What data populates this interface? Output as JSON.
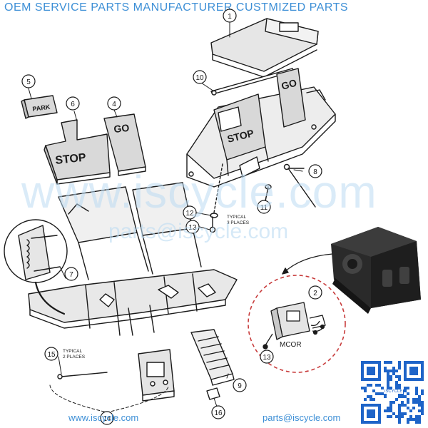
{
  "banner": {
    "text": "OEM SERVICE  PARTS MANUFACTURER  CUSTMIZED PARTS",
    "color": "#3d8fd6"
  },
  "watermark": {
    "big": "www.iscycle.com",
    "mid": "parts@iscycle.com"
  },
  "footer": {
    "left": "www.iscycle.com",
    "right": "parts@iscycle.com"
  },
  "qr": {
    "label": "iSCYCLE"
  },
  "labels": {
    "stop_pad": "STOP",
    "go_pad": "GO",
    "park_pad": "PARK",
    "stop_assembly": "STOP",
    "go_assembly": "GO",
    "typical_3": "TYPICAL",
    "typical_3b": "3 PLACES",
    "typical_2": "TYPICAL",
    "typical_2b": "2 PLACES",
    "mcor": "MCOR"
  },
  "callouts": {
    "c1": "1",
    "c2": "2",
    "c4": "4",
    "c5": "5",
    "c6": "6",
    "c7": "7",
    "c8": "8",
    "c9": "9",
    "c10": "10",
    "c11": "11",
    "c12": "12",
    "c13a": "13",
    "c13b": "13",
    "c14": "14",
    "c15": "15",
    "c16": "16"
  },
  "colors": {
    "line": "#1a1a1a",
    "pad_fill": "#d9d9d9",
    "part_dark": "#2a2a2a",
    "detail_circle": "#c83c3c",
    "watermark": "#bcdcf3"
  }
}
